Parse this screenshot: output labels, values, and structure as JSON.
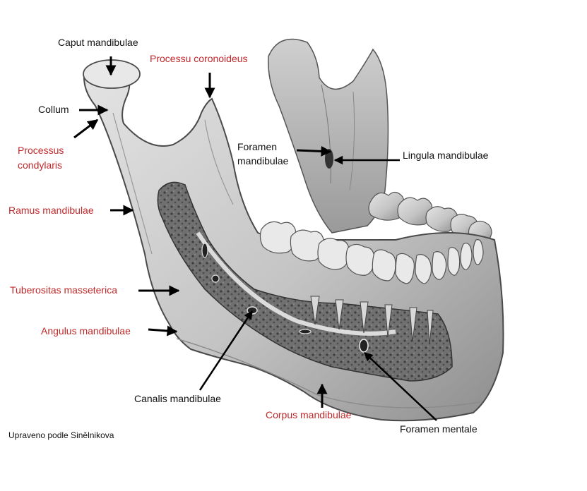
{
  "colors": {
    "red_label": "#c0282a",
    "black_label": "#111111",
    "bone_light": "#d9d9d9",
    "bone_mid": "#a9a9a9",
    "bone_dark": "#5a5a5a",
    "cancellous": "#6f6f6f",
    "tooth": "#e6e6e6"
  },
  "labels": {
    "caput": "Caput mandibulae",
    "processu_coronoideus": "Processu coronoideus",
    "collum": "Collum",
    "processus_condylaris_1": "Processus",
    "processus_condylaris_2": "condylaris",
    "foramen_mandibulae_1": "Foramen",
    "foramen_mandibulae_2": "mandibulae",
    "lingula": "Lingula mandibulae",
    "ramus": "Ramus mandibulae",
    "tuberositas": "Tuberositas masseterica",
    "angulus": "Angulus mandibulae",
    "canalis": "Canalis mandibulae",
    "corpus": "Corpus mandibulae",
    "foramen_mentale": "Foramen mentale"
  },
  "credit": "Upraveno podle Sinělnikova"
}
